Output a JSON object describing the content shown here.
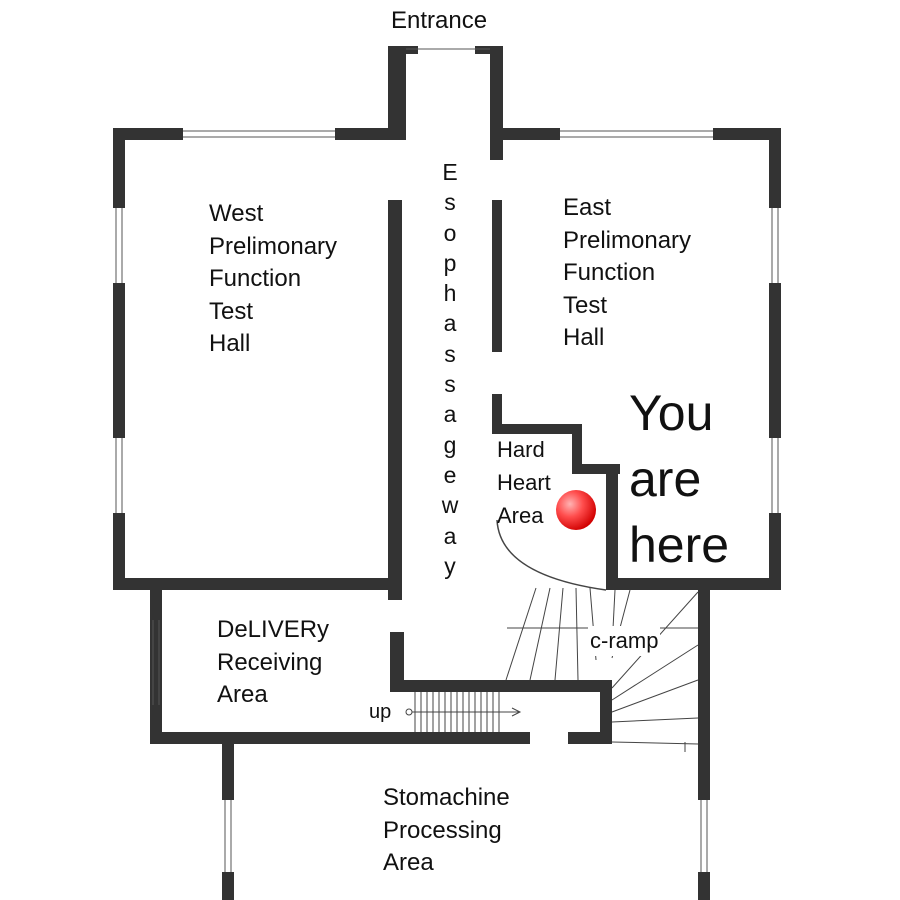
{
  "map": {
    "entrance": "Entrance",
    "west_hall": [
      "West",
      "Prelimonary",
      "Function",
      "Test",
      "Hall"
    ],
    "east_hall": [
      "East",
      "Prelimonary",
      "Function",
      "Test",
      "Hall"
    ],
    "passageway_letters": [
      "E",
      "s",
      "o",
      "p",
      "h",
      "a",
      "s",
      "s",
      "a",
      "g",
      "e",
      "w",
      "a",
      "y"
    ],
    "hard_heart": [
      "Hard",
      "Heart",
      "Area"
    ],
    "you_are_here": [
      "You",
      "are",
      "here"
    ],
    "delivery": [
      "DeLIVERy",
      "Receiving",
      "Area"
    ],
    "stomachine": [
      "Stomachine",
      "Processing",
      "Area"
    ],
    "c_ramp": "c-ramp",
    "up": "up",
    "colors": {
      "wall": "#333333",
      "marker": "#e00000",
      "line": "#444444"
    }
  }
}
